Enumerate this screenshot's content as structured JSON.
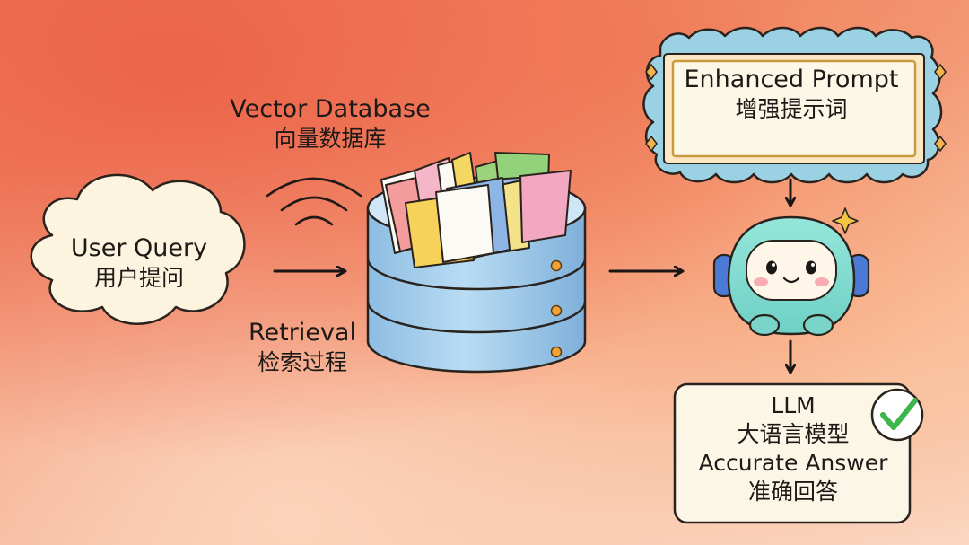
{
  "diagram": {
    "vector_db": {
      "label_en": "Vector Database",
      "label_zh": "向量数据库"
    },
    "retrieval": {
      "label_en": "Retrieval",
      "label_zh": "检索过程"
    },
    "user_query": {
      "label_en": "User Query",
      "label_zh": "用户提问"
    },
    "enhanced_prompt": {
      "label_en": "Enhanced Prompt",
      "label_zh": "增强提示词"
    },
    "answer": {
      "line1": "LLM",
      "line2": "大语言模型",
      "line3": "Accurate Answer",
      "line4": "准确回答"
    }
  },
  "colors": {
    "bg_top": "#ee7a5c",
    "bg_bottom": "#fbd8c5",
    "cloud_fill": "#fcf4df",
    "database_blue": "#9cc7e9",
    "prompt_frame": "#8ec8dd",
    "robot_teal": "#7fdad0",
    "check_green": "#3db54a",
    "ink": "#1f1a17"
  },
  "icons": [
    "cloud-shape",
    "wifi-signal-icon",
    "database-icon",
    "folders-icon",
    "robot-icon",
    "check-icon",
    "sparkle-icon",
    "arrow-right-icon",
    "arrow-down-icon"
  ]
}
